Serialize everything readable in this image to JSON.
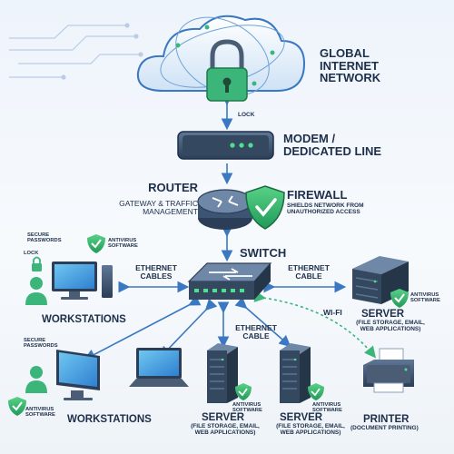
{
  "nodes": {
    "cloud": {
      "title": "GLOBAL\nINTERNET\nNETWORK",
      "lock": "LOCK"
    },
    "modem": {
      "title": "MODEM /\nDEDICATED LINE"
    },
    "router": {
      "title": "ROUTER",
      "subtitle": "GATEWAY & TRAFFIC\nMANAGEMENT"
    },
    "firewall": {
      "title": "FIREWALL",
      "subtitle": "SHIELDS NETWORK FROM\nUNAUTHORIZED ACCESS"
    },
    "switch": {
      "title": "SWITCH"
    },
    "workstations_top": {
      "title": "WORKSTATIONS",
      "secure": "SECURE\nPASSWORDS",
      "lock": "LOCK",
      "antivirus": "ANTIVIRUS\nSOFTWARE"
    },
    "workstations_bottom": {
      "title": "WORKSTATIONS",
      "secure": "SECURE\nPASSWORDS",
      "antivirus": "ANTIVIRUS\nSOFTWARE"
    },
    "server_right": {
      "title": "SERVER",
      "subtitle": "(FILE STORAGE, EMAIL,\nWEB APPLICATIONS)",
      "antivirus": "ANTIVIRUS\nSOFTWARE"
    },
    "server_mid1": {
      "title": "SERVER",
      "subtitle": "(FILE STORAGE, EMAIL,\nWEB APPLICATIONS)",
      "antivirus": "ANTIVIRUS\nSOFTWARE"
    },
    "server_mid2": {
      "title": "SERVER",
      "subtitle": "(FILE STORAGE, EMAIL,\nWEB APPLICATIONS)",
      "antivirus": "ANTIVIRUS\nSOFTWARE"
    },
    "printer": {
      "title": "PRINTER",
      "subtitle": "(DOCUMENT PRINTING)"
    }
  },
  "links": {
    "ethernet_left": "ETHERNET\nCABLES",
    "ethernet_right": "ETHERNET\nCABLE",
    "ethernet_bottom": "ETHERNET\nCABLE",
    "wifi": "WI-FI"
  },
  "colors": {
    "accent_blue": "#3a78c2",
    "secure_green": "#2fb36c",
    "navy": "#1d2f4a",
    "wifi_green": "#4cc48a"
  },
  "icons": [
    "cloud-icon",
    "padlock-icon",
    "modem-icon",
    "router-icon",
    "shield-check-icon",
    "switch-icon",
    "desktop-computer-icon",
    "laptop-icon",
    "server-rack-icon",
    "printer-icon",
    "user-icon",
    "lock-icon"
  ]
}
